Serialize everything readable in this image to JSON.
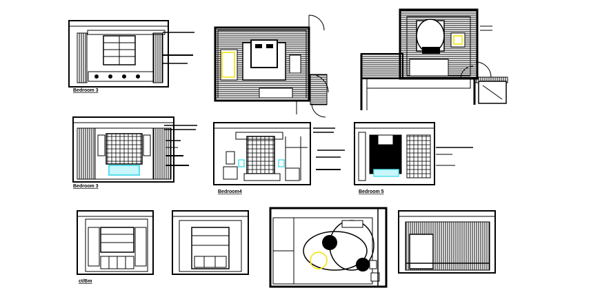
{
  "drawing": {
    "labels": {
      "bedroom_3_top": "Bedroom 3",
      "bedroom_3_mid": "Bedroom 3",
      "bedroom_4": "Bedroom4",
      "bedroom_5": "Bedroom 5",
      "bottom_left": "ct/Bm"
    },
    "colors": {
      "line": "#000000",
      "accent_yellow": "#f2e200",
      "accent_cyan": "#55e0ee"
    }
  }
}
